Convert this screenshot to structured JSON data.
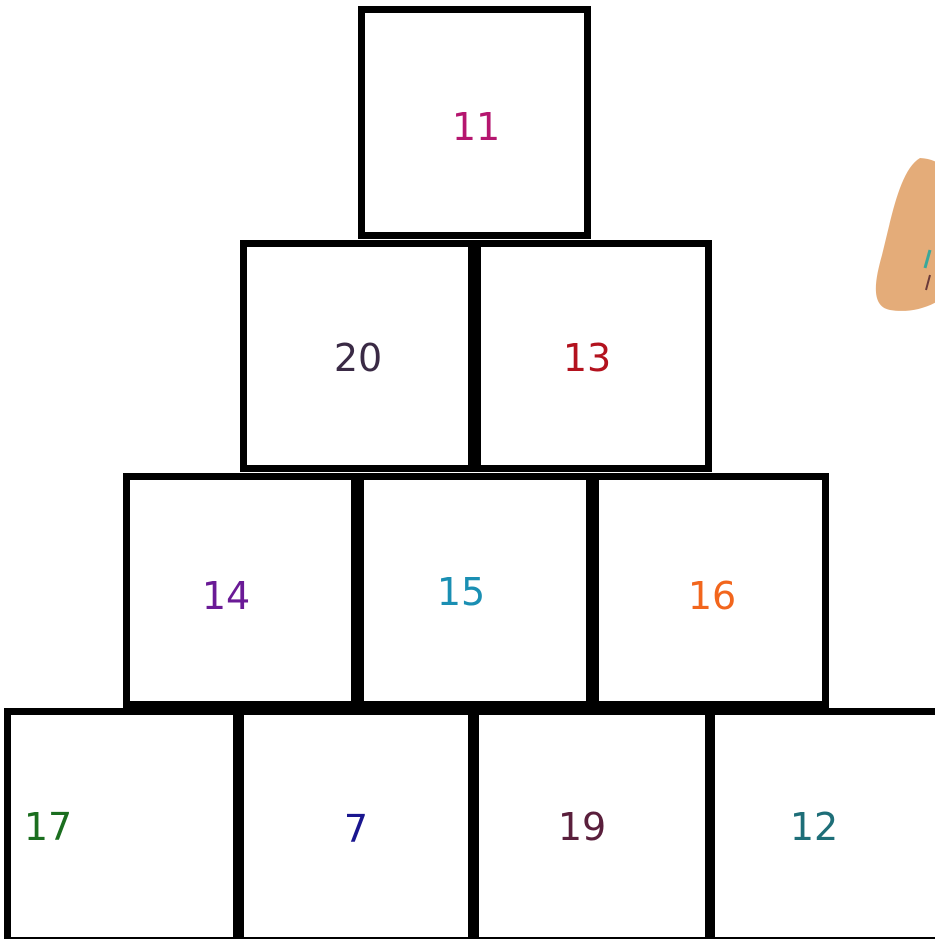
{
  "pyramid": {
    "rows": [
      [
        {
          "value": "11",
          "color": "#b5166f"
        }
      ],
      [
        {
          "value": "20",
          "color": "#3a2a45"
        },
        {
          "value": "13",
          "color": "#b3121e"
        }
      ],
      [
        {
          "value": "14",
          "color": "#6a1a96"
        },
        {
          "value": "15",
          "color": "#1a8fb3"
        },
        {
          "value": "16",
          "color": "#f2661d"
        }
      ],
      [
        {
          "value": "17",
          "color": "#1b6e1f"
        },
        {
          "value": "7",
          "color": "#1a168f"
        },
        {
          "value": "19",
          "color": "#5a1f3c"
        },
        {
          "value": "12",
          "color": "#1e6e78"
        }
      ]
    ]
  },
  "decoration": {
    "icon": "egg-shape-icon",
    "color": "#e4ac79"
  }
}
